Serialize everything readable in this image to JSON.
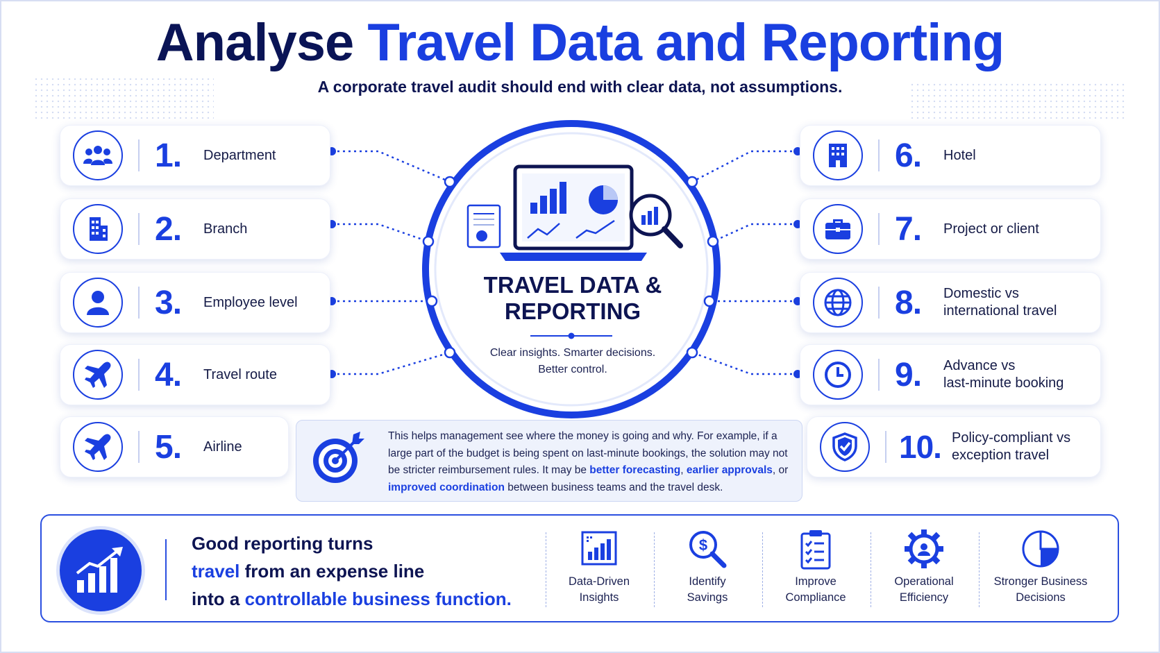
{
  "title": {
    "part1": "Analyse",
    "part2": "Travel Data and Reporting"
  },
  "subtitle": "A corporate travel audit should end with clear data, not assumptions.",
  "left_items": [
    {
      "number": "1.",
      "label": "Department",
      "icon": "people-icon"
    },
    {
      "number": "2.",
      "label": "Branch",
      "icon": "building-icon"
    },
    {
      "number": "3.",
      "label": "Employee level",
      "icon": "person-icon"
    },
    {
      "number": "4.",
      "label": "Travel route",
      "icon": "airplane-icon"
    },
    {
      "number": "5.",
      "label": "Airline",
      "icon": "airplane-icon"
    }
  ],
  "right_items": [
    {
      "number": "6.",
      "label": "Hotel",
      "icon": "hotel-icon"
    },
    {
      "number": "7.",
      "label": "Project or client",
      "icon": "briefcase-icon"
    },
    {
      "number": "8.",
      "label_line1": "Domestic vs",
      "label_line2": "international travel",
      "icon": "globe-icon"
    },
    {
      "number": "9.",
      "label_line1": "Advance vs",
      "label_line2": "last-minute booking",
      "icon": "clock-icon"
    },
    {
      "number": "10.",
      "label_line1": "Policy-compliant vs",
      "label_line2": "exception travel",
      "icon": "shield-check-icon"
    }
  ],
  "center": {
    "title_line1": "TRAVEL DATA &",
    "title_line2": "REPORTING",
    "tagline_line1": "Clear insights. Smarter decisions.",
    "tagline_line2": "Better control."
  },
  "note": {
    "text1": "This helps management see where the money is going and why. For example, if a large part of the budget is being spent on last-minute bookings, the solution may not be stricter reimbursement rules. It may be ",
    "hl1": "better forecasting",
    "text2": ", ",
    "hl2": "earlier approvals",
    "text3": ", or ",
    "hl3": "improved coordination",
    "text4": " between business teams and the travel desk."
  },
  "bottom": {
    "line1": "Good reporting turns",
    "line2_hl": "travel",
    "line2_rest": " from an expense line",
    "line3_pre": "into a ",
    "line3_hl": "controllable business function."
  },
  "benefits": [
    {
      "line1": "Data-Driven",
      "line2": "Insights",
      "icon": "bar-chart-icon"
    },
    {
      "line1": "Identify",
      "line2": "Savings",
      "icon": "dollar-search-icon"
    },
    {
      "line1": "Improve",
      "line2": "Compliance",
      "icon": "clipboard-icon"
    },
    {
      "line1": "Operational",
      "line2": "Efficiency",
      "icon": "gear-icon"
    },
    {
      "line1": "Stronger Business",
      "line2": "Decisions",
      "icon": "pie-chart-icon"
    }
  ],
  "colors": {
    "accent": "#1a3fe0",
    "dark": "#0a1456",
    "note_bg": "#eef2fc"
  }
}
